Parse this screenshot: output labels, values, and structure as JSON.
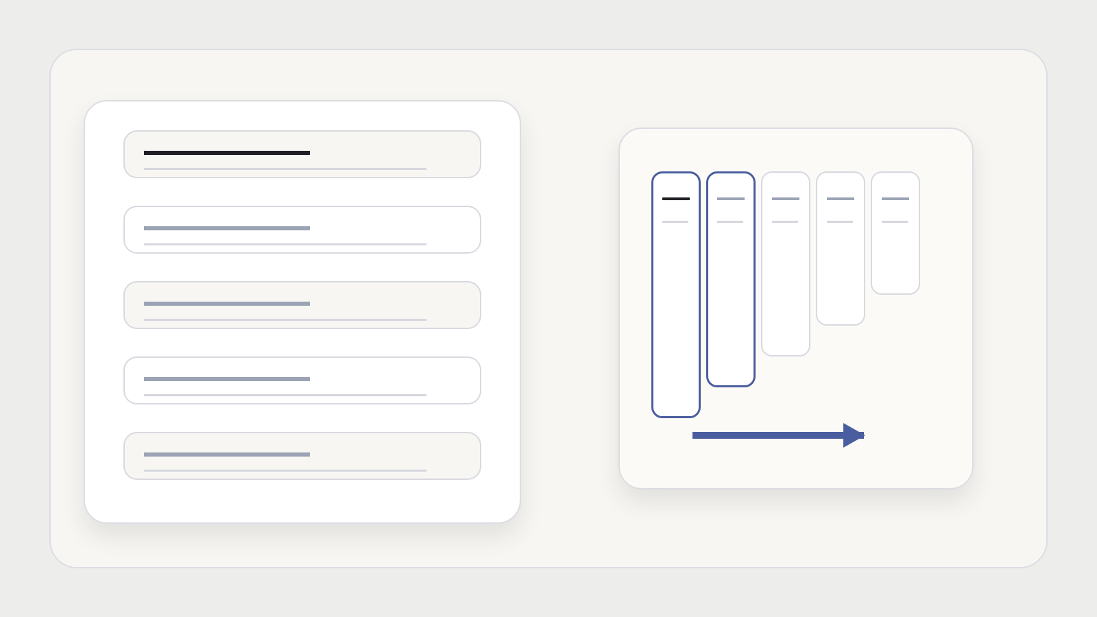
{
  "colors": {
    "background": "#ededeb",
    "stage": "#f7f6f2",
    "card": "#ffffff",
    "border": "#dcdde3",
    "accent": "#4a5d9e",
    "text_dark": "#1f1f24",
    "text_muted": "#9ba3b5",
    "text_faint": "#d6d7de"
  },
  "list": {
    "rows": [
      {
        "state": "selected",
        "fill": "shaded"
      },
      {
        "state": "default",
        "fill": "plain"
      },
      {
        "state": "default",
        "fill": "shaded"
      },
      {
        "state": "default",
        "fill": "plain"
      },
      {
        "state": "default",
        "fill": "shaded"
      }
    ]
  },
  "tabs": {
    "columns": [
      {
        "state": "active",
        "title_style": "dark"
      },
      {
        "state": "active",
        "title_style": "muted"
      },
      {
        "state": "default",
        "title_style": "muted"
      },
      {
        "state": "default",
        "title_style": "muted"
      },
      {
        "state": "default",
        "title_style": "muted"
      }
    ],
    "arrow_icon": "arrow-right-icon"
  }
}
